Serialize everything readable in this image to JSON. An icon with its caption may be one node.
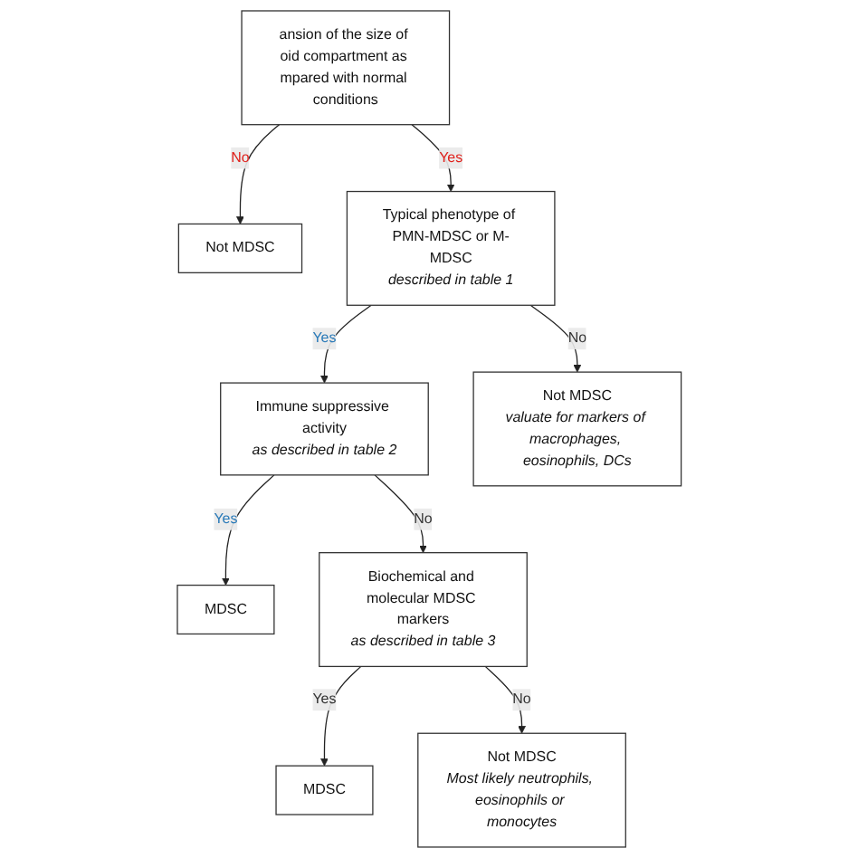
{
  "diagram": {
    "nodes": [
      {
        "text": [
          "ansion of the size of oid compartment as mpared with normal conditions"
        ]
      },
      {
        "text": [
          "Not MDSC"
        ]
      },
      {
        "text": [
          "Typical phenotype of PMN-MDSC or M-MDSC",
          "described in table 1"
        ]
      },
      {
        "text": [
          "Immune suppressive activity",
          "as described in table 2"
        ]
      },
      {
        "text": [
          "MDSC"
        ]
      },
      {
        "text": [
          "Not MDSC",
          "valuate for markers of macrophages, eosinophils, DCs"
        ]
      },
      {
        "text": [
          "Biochemical and molecular MDSC markers",
          "as described in table 3"
        ]
      },
      {
        "text": [
          "MDSC"
        ]
      },
      {
        "text": [
          "Not MDSC",
          "Most likely neutrophils, eosinophils or monocytes"
        ]
      }
    ],
    "edges": [
      {
        "from": 0,
        "to": 1,
        "arrow": "to",
        "label": "No"
      },
      {
        "from": 0,
        "to": 2,
        "arrow": "to",
        "label": "Yes"
      },
      {
        "from": 2,
        "to": 3,
        "arrow": "to",
        "label": "Yes"
      },
      {
        "from": 3,
        "to": 4,
        "arrow": "to",
        "label": "Yes"
      },
      {
        "from": 2,
        "to": 5,
        "arrow": "to",
        "label": "No"
      },
      {
        "from": 3,
        "to": 6,
        "arrow": "to",
        "label": "No"
      },
      {
        "from": 6,
        "to": 7,
        "arrow": "to",
        "label": "Yes"
      },
      {
        "from": 6,
        "to": 8,
        "arrow": "to",
        "label": "No"
      }
    ]
  }
}
